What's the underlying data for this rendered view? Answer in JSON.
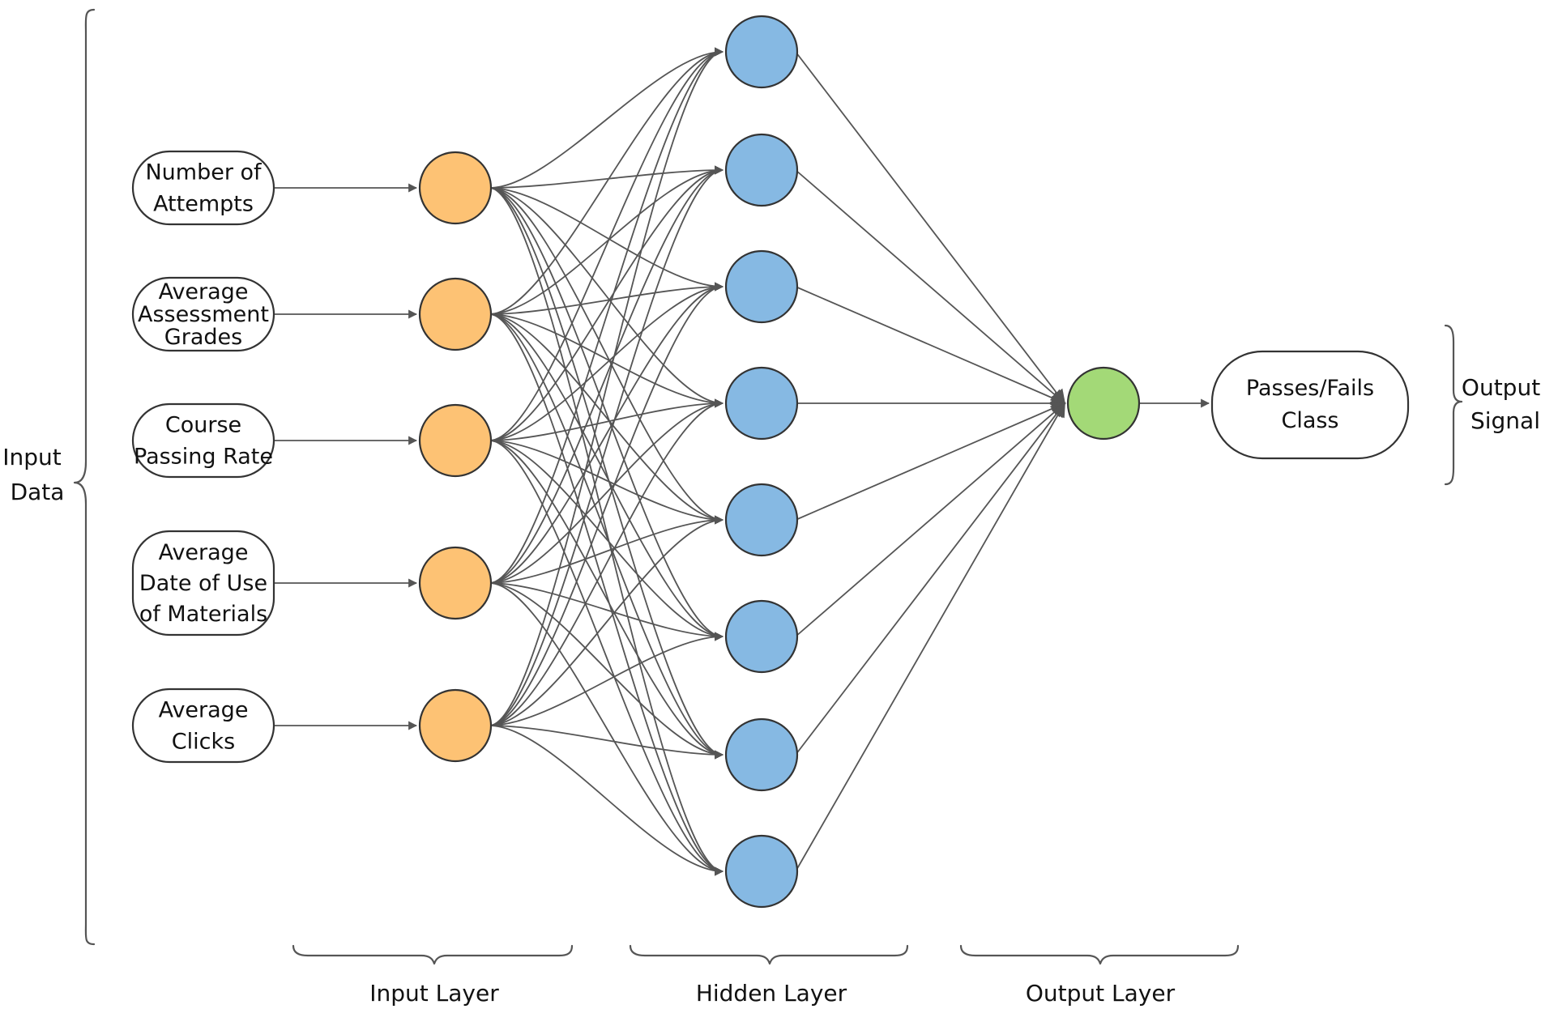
{
  "inputs": [
    {
      "lines": [
        "Number of",
        "Attempts"
      ]
    },
    {
      "lines": [
        "Average",
        "Assessment",
        "Grades"
      ]
    },
    {
      "lines": [
        "Course",
        "Passing Rate"
      ]
    },
    {
      "lines": [
        "Average",
        "Date of Use",
        "of Materials"
      ]
    },
    {
      "lines": [
        "Average",
        "Clicks"
      ]
    }
  ],
  "output": {
    "lines": [
      "Passes/Fails",
      "Class"
    ]
  },
  "labels": {
    "input_data": [
      "Input",
      "Data"
    ],
    "output_signal": [
      "Output",
      "Signal"
    ],
    "input_layer": "Input Layer",
    "hidden_layer": "Hidden Layer",
    "output_layer": "Output Layer"
  },
  "network": {
    "input_nodes": 5,
    "hidden_nodes": 8,
    "output_nodes": 1
  },
  "colors": {
    "input_node": "#FDC274",
    "hidden_node": "#86B9E3",
    "output_node": "#A3D977",
    "node_stroke": "#333333",
    "edge": "#555555"
  }
}
